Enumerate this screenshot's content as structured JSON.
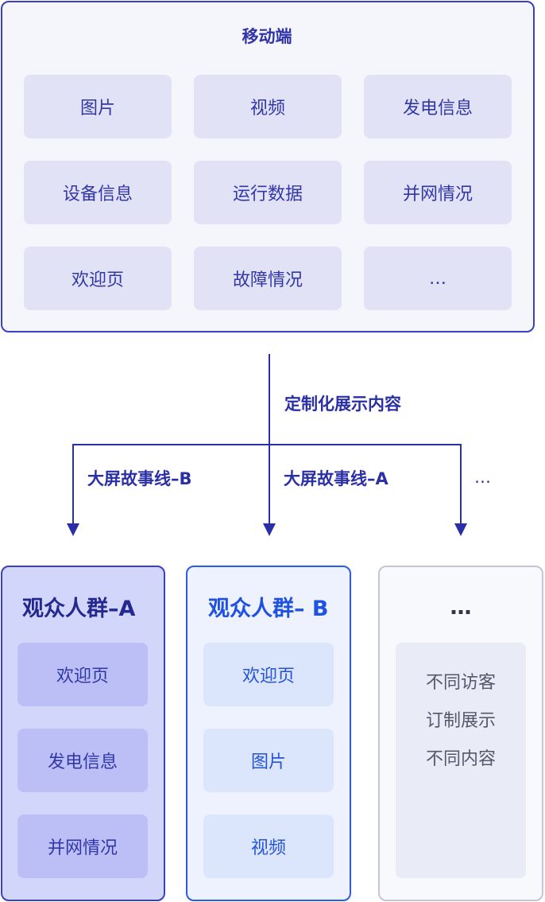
{
  "mobile": {
    "title": "移动端",
    "cells": [
      "图片",
      "视频",
      "发电信息",
      "设备信息",
      "运行数据",
      "并网情况",
      "欢迎页",
      "故障情况",
      "…"
    ]
  },
  "connector": {
    "main_label": "定制化展示内容",
    "branch_b_label": "大屏故事线–B",
    "branch_a_label": "大屏故事线–A",
    "branch_more_label": "…"
  },
  "audiences": [
    {
      "title": "观众人群–A",
      "items": [
        "欢迎页",
        "发电信息",
        "并网情况"
      ]
    },
    {
      "title": "观众人群– B",
      "items": [
        "欢迎页",
        "图片",
        "视频"
      ]
    },
    {
      "title": "…",
      "note_lines": [
        "不同访客",
        "订制展示",
        "不同内容"
      ]
    }
  ],
  "colors": {
    "primary": "#2a2fa6",
    "accent_blue": "#2b5ce6",
    "panel_bg": "#f5f5fc",
    "muted_border": "#c3c6d8"
  }
}
